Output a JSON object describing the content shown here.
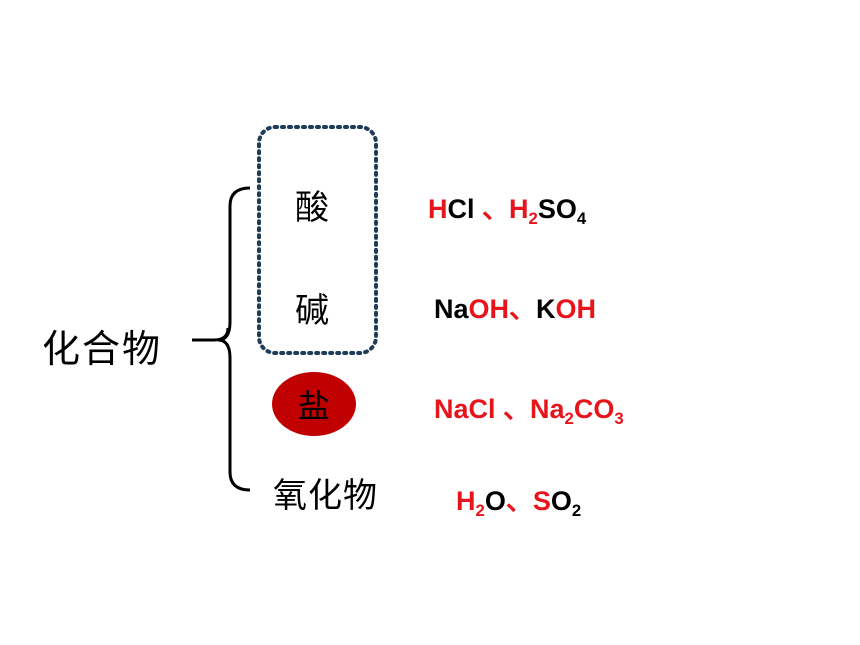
{
  "diagram": {
    "root": "化合物",
    "categories": {
      "acid": "酸",
      "base": "碱",
      "salt": "盐",
      "oxide": "氧化物"
    },
    "formulas": {
      "acid": {
        "f1": {
          "a": "H",
          "b": "Cl"
        },
        "sep": " 、",
        "f2": {
          "a": "H",
          "b": "2",
          "c": "SO",
          "d": "4"
        }
      },
      "base": {
        "f1": {
          "a": "Na",
          "b": "OH"
        },
        "sep": "、",
        "f2": {
          "a": "K",
          "b": "OH"
        }
      },
      "salt": {
        "f1": "NaCl",
        "sep": " 、",
        "f2": {
          "a": "Na",
          "b": "2",
          "c": "CO",
          "d": "3"
        }
      },
      "oxide": {
        "f1": {
          "a": "H",
          "b": "2",
          "c": "O"
        },
        "sep": "、",
        "f2": {
          "a": "S",
          "b": "O",
          "c": "2"
        }
      }
    },
    "colors": {
      "highlight": "#e8141b",
      "salt_circle": "#c00000",
      "dotted_box": "#1f3c5a"
    }
  }
}
